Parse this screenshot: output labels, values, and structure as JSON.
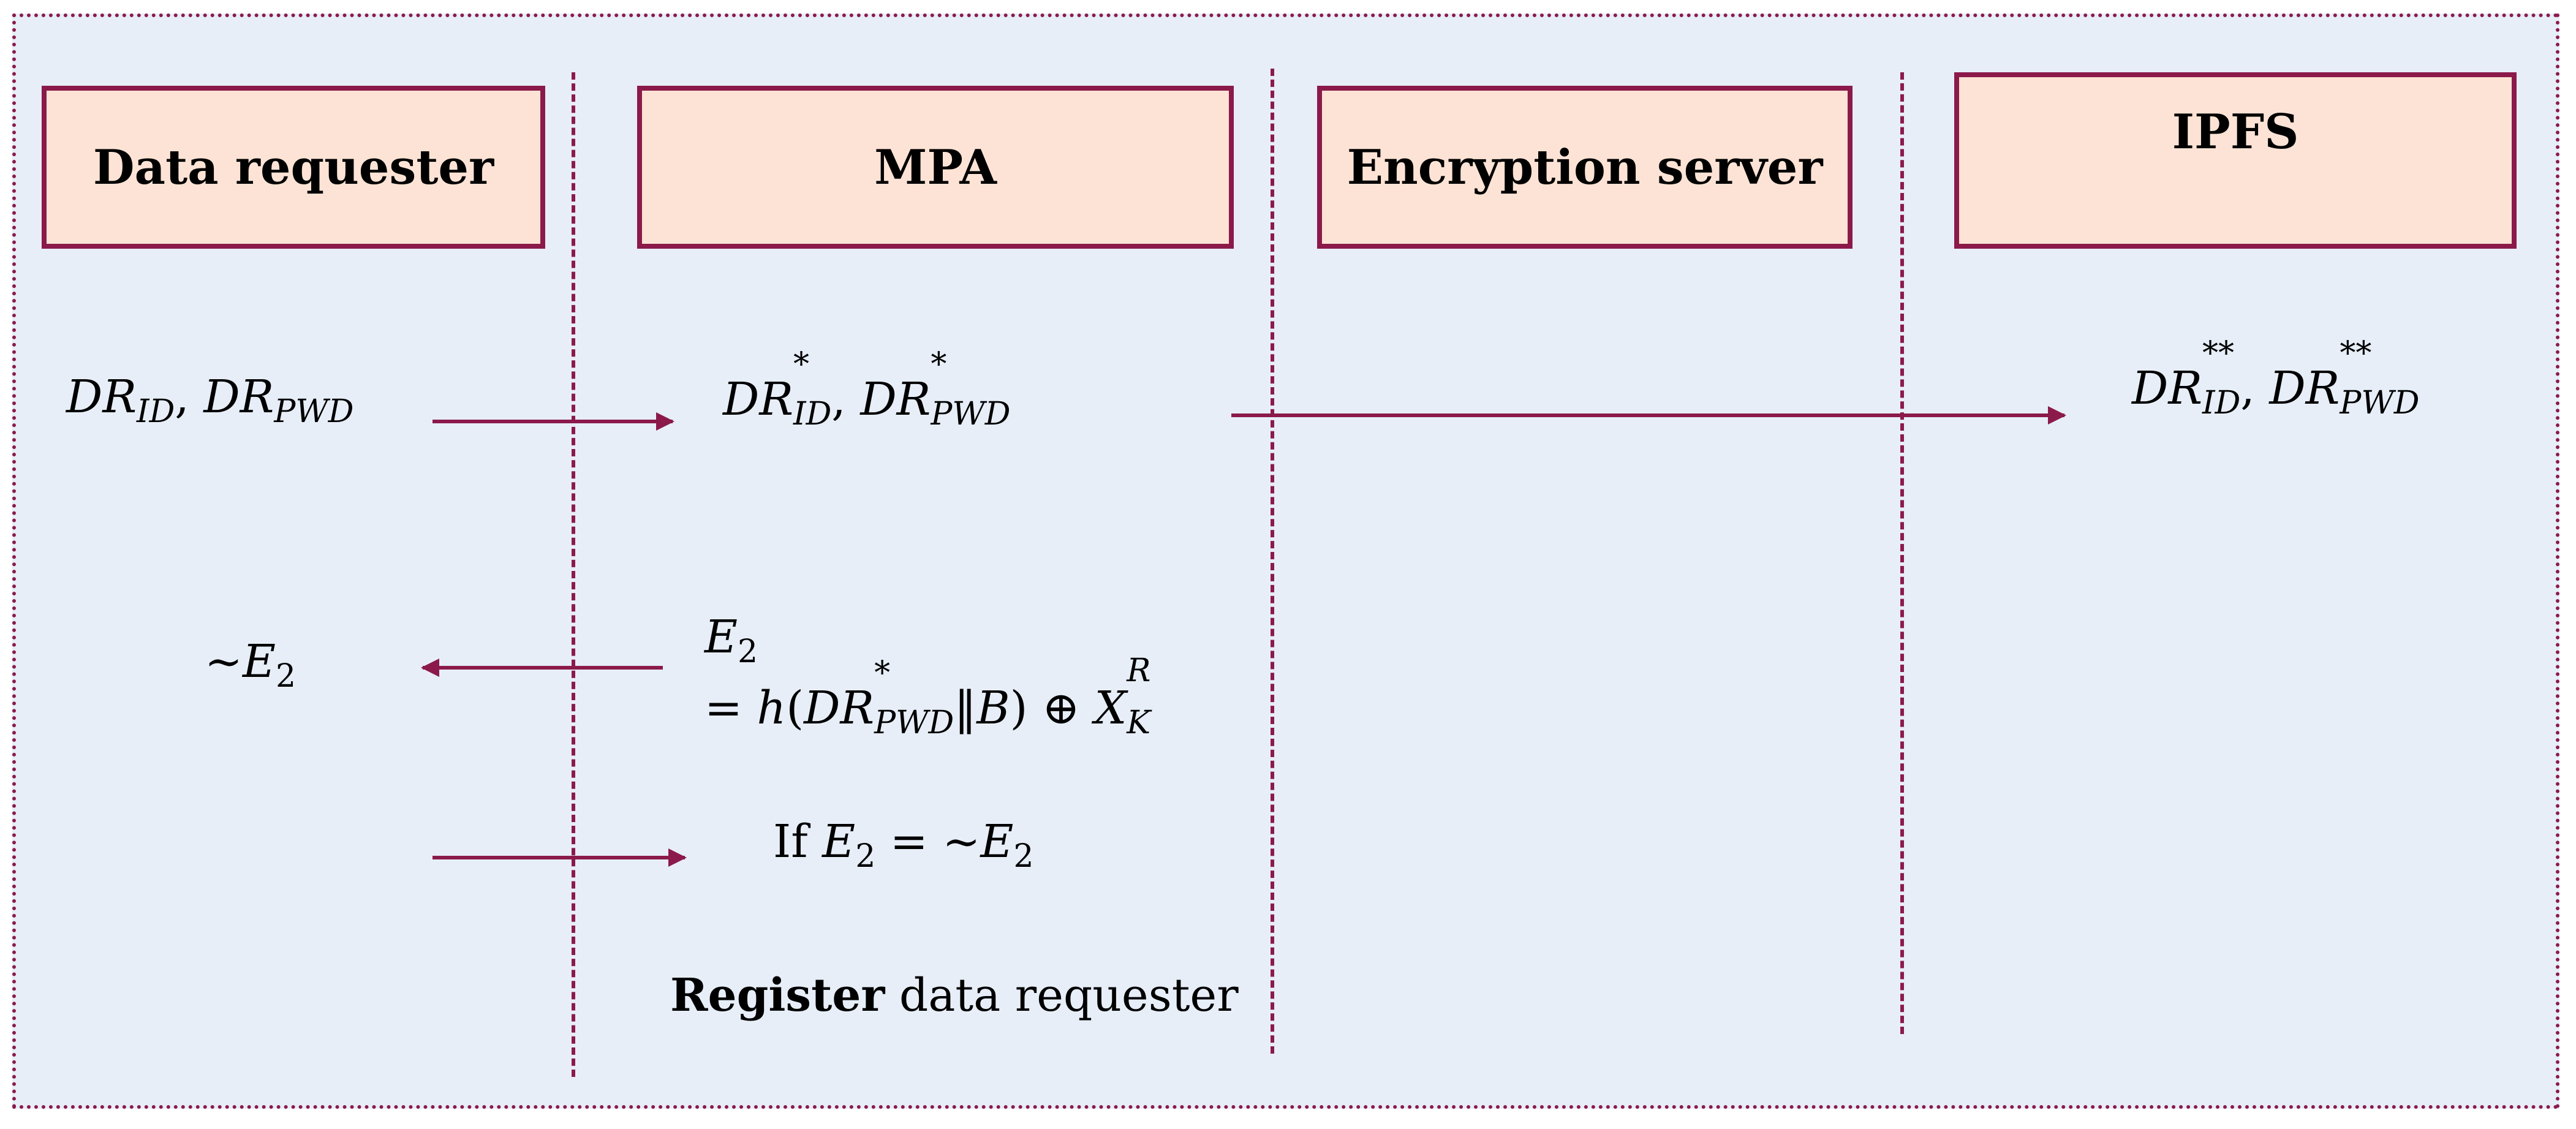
{
  "participants": {
    "data_requester": "Data requester",
    "mpa": "MPA",
    "encryption_server": "Encryption server",
    "ipfs": "IPFS"
  },
  "messages": {
    "m1_dr": {
      "a": "DR",
      "a_sub": "ID",
      "sep": ", ",
      "b": "DR",
      "b_sub": "PWD"
    },
    "m1_mpa": {
      "a": "DR",
      "a_sup": "*",
      "a_sub": "ID",
      "sep": ", ",
      "b": "DR",
      "b_sup": "*",
      "b_sub": "PWD"
    },
    "m1_ipfs": {
      "a": "DR",
      "a_sup": "**",
      "a_sub": "ID",
      "sep": ", ",
      "b": "DR",
      "b_sup": "**",
      "b_sub": "PWD"
    },
    "e2_tilde": {
      "tilde": "~",
      "e": "E",
      "e_sub": "2"
    },
    "e2_def": {
      "line1_e": "E",
      "line1_sub": "2",
      "eq": "= ",
      "h": "h",
      "open": "(",
      "dr": "DR",
      "dr_sup": "*",
      "dr_sub": "PWD",
      "concat": "‖",
      "b": "B",
      "close": ")",
      "xor": " ⊕ ",
      "x": "X",
      "x_sup": "R",
      "x_sub": "K"
    },
    "check": {
      "if": "If ",
      "e": "E",
      "e_sub": "2",
      "eq": " = ~",
      "e2": "E",
      "e2_sub": "2"
    },
    "register": {
      "bold": "Register",
      "rest": " data requester"
    }
  },
  "colors": {
    "accent": "#8b1a4a",
    "box_fill": "#fce3d5",
    "background": "#e7eef8"
  }
}
